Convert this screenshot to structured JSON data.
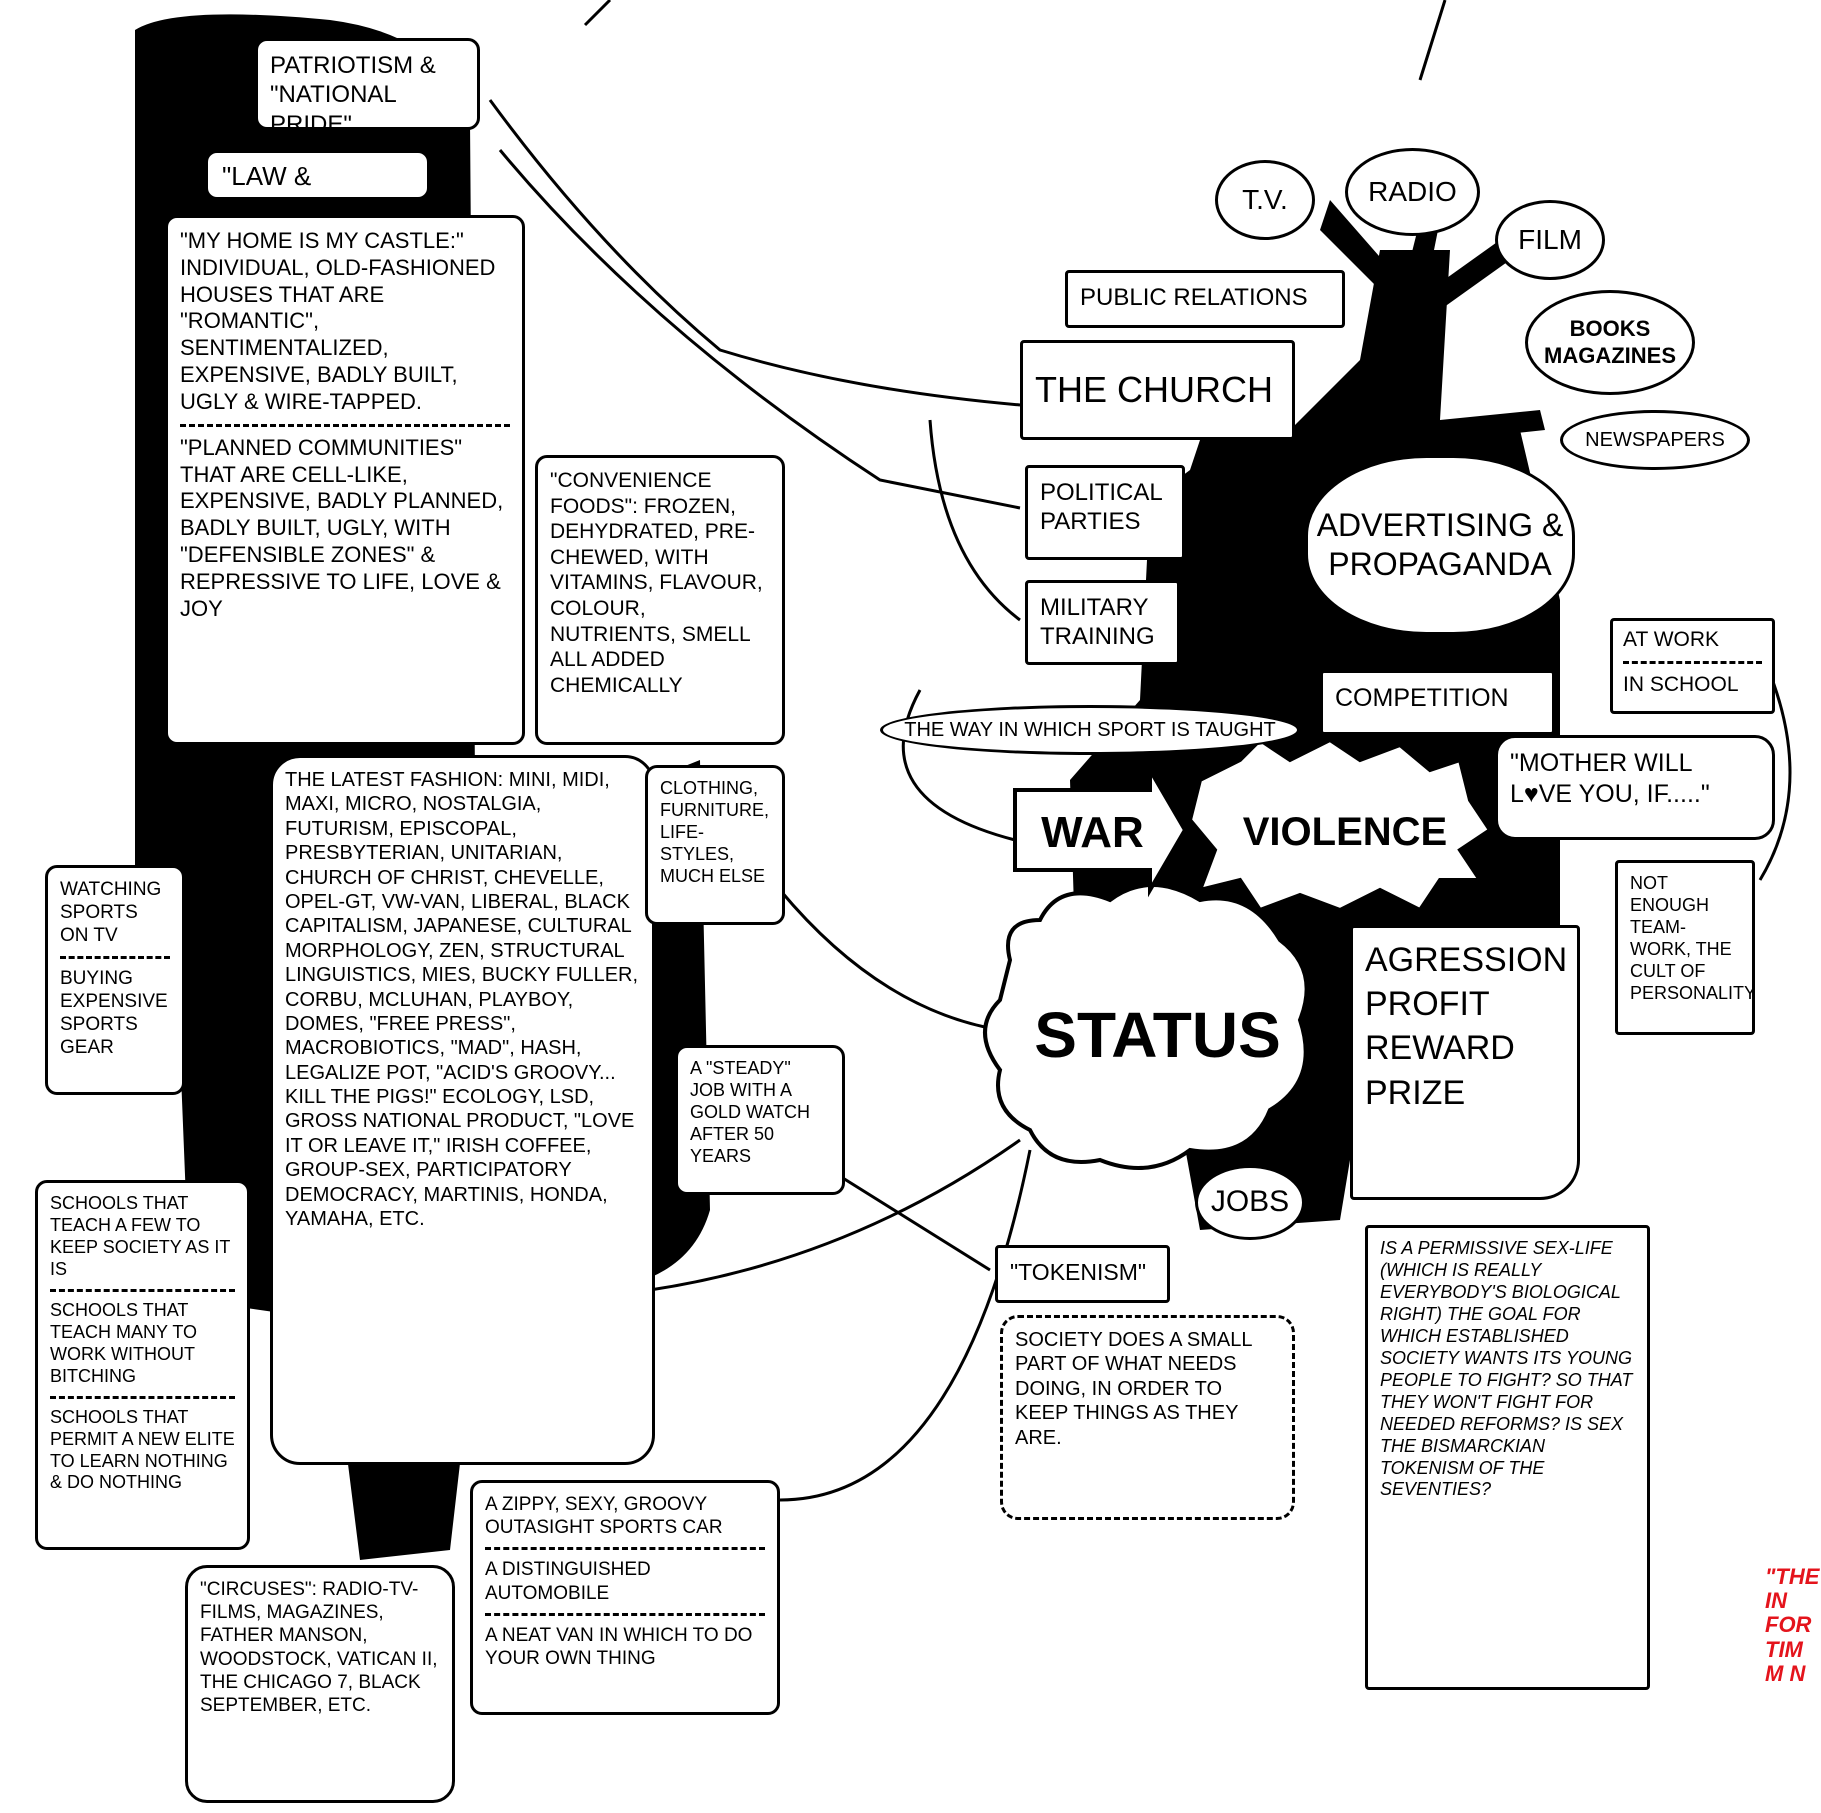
{
  "colors": {
    "ink": "#000000",
    "paper": "#ffffff",
    "accent_red": "#e4141c"
  },
  "labels": {
    "patriotism": "PATRIOTISM & \"NATIONAL PRIDE\"",
    "law_order": "\"LAW & ORDER\"",
    "home_castle": "\"MY HOME IS MY CASTLE:\" INDIVIDUAL, OLD-FASHIONED HOUSES THAT ARE \"ROMANTIC\", SENTIMENTALIZED, EXPENSIVE, BADLY BUILT, UGLY & WIRE-TAPPED.",
    "planned_communities": "\"PLANNED COMMUNITIES\" THAT ARE CELL-LIKE, EXPENSIVE, BADLY PLANNED, BADLY BUILT, UGLY, WITH \"DEFENSIBLE ZONES\" & REPRESSIVE TO LIFE, LOVE & JOY",
    "convenience_foods": "\"CONVENIENCE FOODS\": FROZEN, DEHYDRATED, PRE-CHEWED, WITH VITAMINS, FLAVOUR, COLOUR, NUTRIENTS, SMELL ALL ADDED CHEMICALLY",
    "latest_fashion": "THE LATEST FASHION: MINI, MIDI, MAXI, MICRO, NOSTALGIA, FUTURISM, EPISCOPAL, PRESBYTERIAN, UNITARIAN, CHURCH OF CHRIST, CHEVELLE, OPEL-GT, VW-VAN, LIBERAL, BLACK CAPITALISM, JAPANESE, CULTURAL MORPHOLOGY, ZEN, STRUCTURAL LINGUISTICS, MIES, BUCKY FULLER, CORBU, McLUHAN, PLAYBOY, DOMES, \"FREE PRESS\", MACROBIOTICS, \"MAD\", HASH, LEGALIZE POT, \"ACID'S GROOVY... KILL THE PIGS!\" ECOLOGY, LSD, GROSS NATIONAL PRODUCT, \"LOVE IT or LEAVE IT,\" IRISH COFFEE, GROUP-SEX, PARTICIPATORY DEMOCRACY, MARTINIS, HONDA, YAMAHA, ETC.",
    "clothing": "CLOTHING, FURNITURE, LIFE-STYLES, MUCH ELSE",
    "watching_sports": "WATCHING SPORTS ON TV",
    "buying_gear": "BUYING EXPENSIVE SPORTS GEAR",
    "schools_few": "SCHOOLS THAT TEACH A FEW TO KEEP SOCIETY AS IT IS",
    "schools_many": "SCHOOLS THAT TEACH MANY TO WORK WITHOUT BITCHING",
    "schools_elite": "SCHOOLS THAT PERMIT A NEW ELITE TO LEARN NOTHING & DO NOTHING",
    "circuses": "\"CIRCUSES\": RADIO-TV-FILMS, MAGAZINES, FATHER MANSON, WOODSTOCK, VATICAN II, THE CHICAGO 7, BLACK SEPTEMBER, ETC.",
    "steady_job": "A \"STEADY\" JOB WITH A GOLD WATCH AFTER 50 YEARS",
    "car_zippy": "A ZIPPY, SEXY, GROOVY OUTASIGHT SPORTS CAR",
    "car_distinguished": "A DISTINGUISHED AUTOMOBILE",
    "car_van": "A NEAT VAN IN WHICH TO DO YOUR OWN THING",
    "tv": "T.V.",
    "radio": "RADIO",
    "film": "FILM",
    "books": "BOOKS MAGAZINES",
    "newspapers": "NEWSPAPERS",
    "public_relations": "PUBLIC RELATIONS",
    "church": "THE CHURCH",
    "political_parties": "POLITICAL PARTIES",
    "military": "MILITARY TRAINING",
    "advertising": "ADVERTISING & PROPAGANDA",
    "sport_taught": "THE WAY IN WHICH SPORT IS TAUGHT",
    "competition": "COMPETITION",
    "at_work": "AT WORK",
    "in_school": "IN SCHOOL",
    "mother": "\"MOTHER WILL L♥VE YOU, IF.....\"",
    "war": "WAR",
    "violence": "VIOLENCE",
    "status": "STATUS",
    "not_enough": "NOT ENOUGH TEAM-WORK, THE CULT OF PERSONALITY",
    "aggression": "AGRESSION PROFIT REWARD PRIZE",
    "jobs": "JOBS",
    "tokenism": "\"TOKENISM\"",
    "society_small": "SOCIETY DOES A SMALL PART OF WHAT NEEDS DOING, IN ORDER TO KEEP THINGS AS THEY ARE.",
    "permissive": "IS A PERMISSIVE SEX-LIFE (WHICH IS REALLY EVERYBODY'S BIOLOGICAL RIGHT) THE GOAL FOR WHICH ESTABLISHED SOCIETY WANTS ITS YOUNG PEOPLE TO FIGHT? SO THAT THEY WON'T FIGHT FOR NEEDED REFORMS? IS SEX THE BISMARCKIAN TOKENISM OF THE SEVENTIES?",
    "red_note": "\"THE IN FOR TIM M N"
  }
}
